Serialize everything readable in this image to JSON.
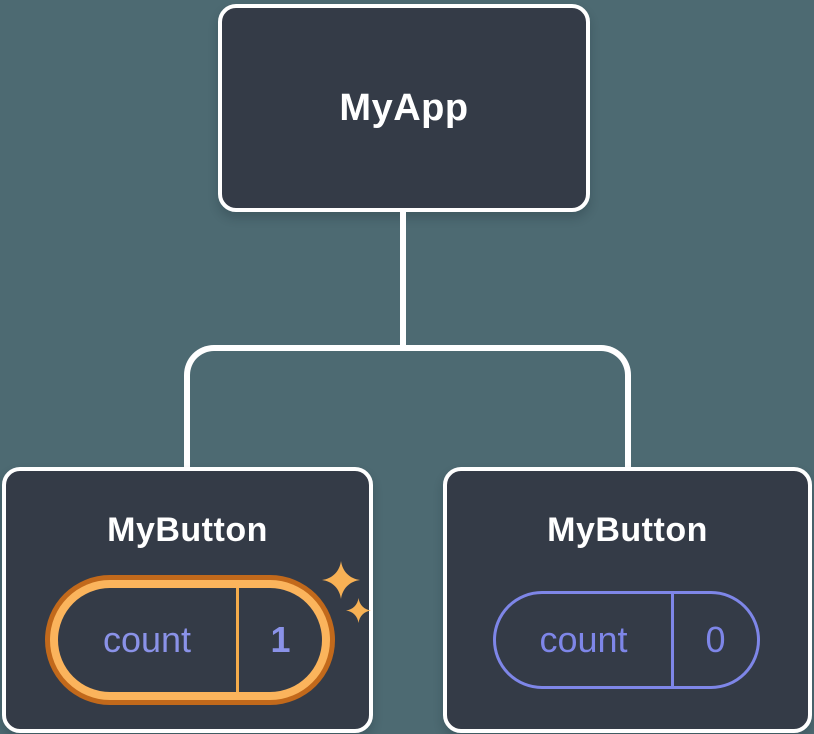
{
  "diagram": {
    "description": "React component tree diagram showing state held per tree position",
    "tree": {
      "root": {
        "label": "MyApp"
      },
      "children": [
        {
          "label": "MyButton",
          "state": {
            "key": "count",
            "value": "1"
          },
          "highlighted": true,
          "icon": "sparkle-icon"
        },
        {
          "label": "MyButton",
          "state": {
            "key": "count",
            "value": "0"
          },
          "highlighted": false
        }
      ]
    },
    "colors": {
      "background_teal": "#4D6A72",
      "node_fill": "#343B47",
      "node_border": "#FFFFFF",
      "connector": "#FFFFFF",
      "state_purple": "#7E86E8",
      "state_purple_bright": "#8A92E8",
      "highlight_ring_outer": "#C2691B",
      "highlight_ring_inner": "#FBB45C",
      "highlight_divider": "#F5AC4B",
      "sparkle": "#F7B155"
    }
  }
}
